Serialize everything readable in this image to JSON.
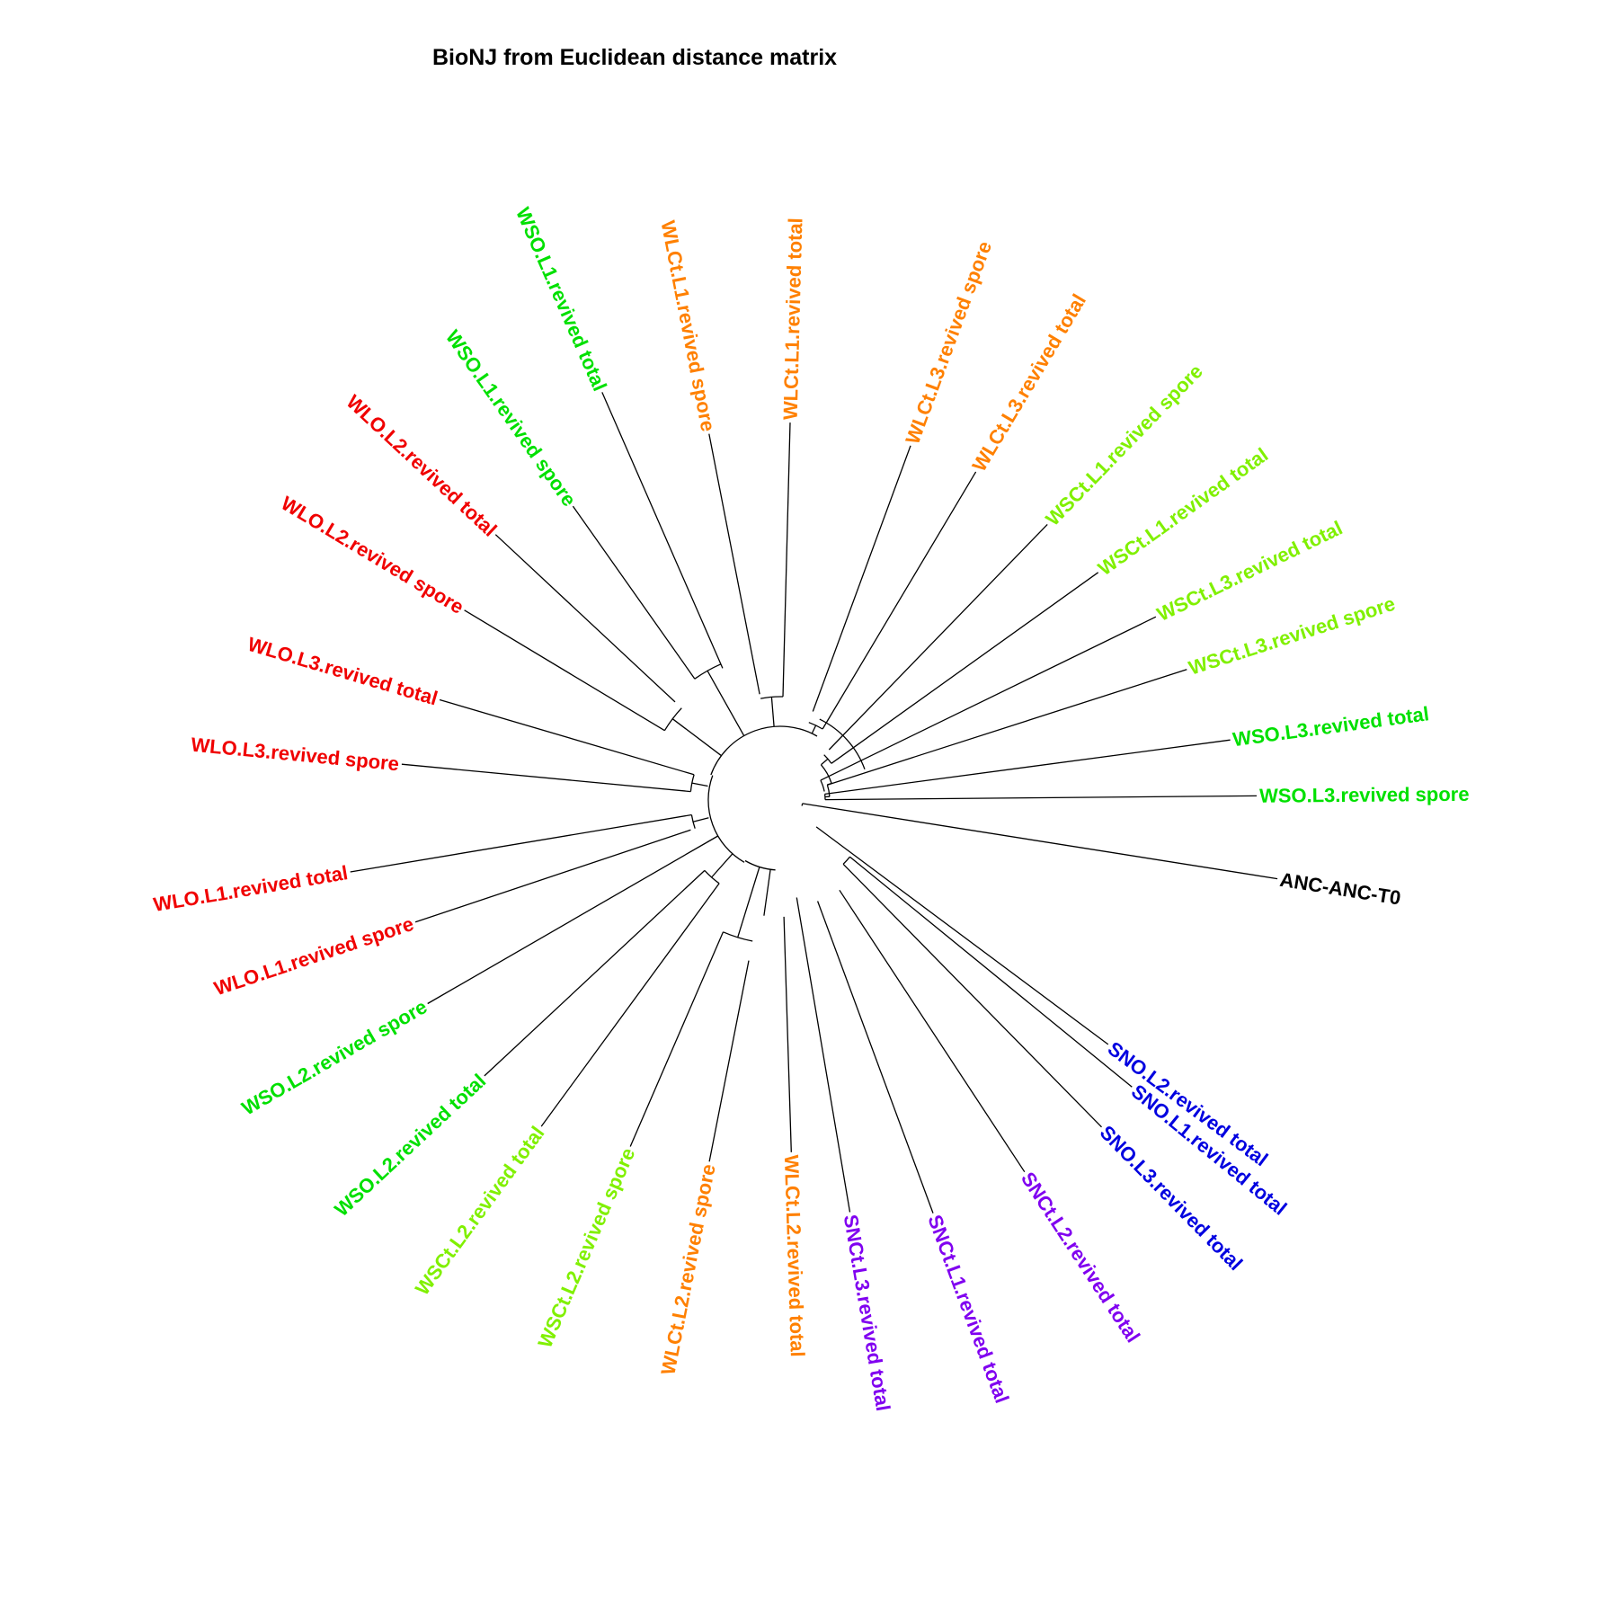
{
  "title": "BioNJ from Euclidean distance matrix",
  "tips": [
    {
      "label": "WSO.L3.revived spore",
      "color": "#00E000"
    },
    {
      "label": "WSO.L3.revived total",
      "color": "#00E000"
    },
    {
      "label": "WSCt.L3.revived spore",
      "color": "#80F000"
    },
    {
      "label": "WSCt.L3.revived total",
      "color": "#80F000"
    },
    {
      "label": "WSCt.L1.revived total",
      "color": "#80F000"
    },
    {
      "label": "WSCt.L1.revived spore",
      "color": "#80F000"
    },
    {
      "label": "WLCt.L3.revived total",
      "color": "#FF8000"
    },
    {
      "label": "WLCt.L3.revived spore",
      "color": "#FF8000"
    },
    {
      "label": "WLCt.L1.revived total",
      "color": "#FF8000"
    },
    {
      "label": "WLCt.L1.revived spore",
      "color": "#FF8000"
    },
    {
      "label": "WSO.L1.revived total",
      "color": "#00E000"
    },
    {
      "label": "WSO.L1.revived spore",
      "color": "#00E000"
    },
    {
      "label": "WLO.L2.revived total",
      "color": "#F00000"
    },
    {
      "label": "WLO.L2.revived spore",
      "color": "#F00000"
    },
    {
      "label": "WLO.L3.revived total",
      "color": "#F00000"
    },
    {
      "label": "WLO.L3.revived spore",
      "color": "#F00000"
    },
    {
      "label": "WLO.L1.revived total",
      "color": "#F00000"
    },
    {
      "label": "WLO.L1.revived spore",
      "color": "#F00000"
    },
    {
      "label": "WSO.L2.revived spore",
      "color": "#00E000"
    },
    {
      "label": "WSO.L2.revived total",
      "color": "#00E000"
    },
    {
      "label": "WSCt.L2.revived total",
      "color": "#80F000"
    },
    {
      "label": "WSCt.L2.revived spore",
      "color": "#80F000"
    },
    {
      "label": "WLCt.L2.revived spore",
      "color": "#FF8000"
    },
    {
      "label": "WLCt.L2.revived total",
      "color": "#FF8000"
    },
    {
      "label": "SNCt.L3.revived total",
      "color": "#8000F0"
    },
    {
      "label": "SNCt.L1.revived total",
      "color": "#8000F0"
    },
    {
      "label": "SNCt.L2.revived total",
      "color": "#8000F0"
    },
    {
      "label": "SNO.L3.revived total",
      "color": "#0000E0"
    },
    {
      "label": "SNO.L1.revived total",
      "color": "#0000E0"
    },
    {
      "label": "SNO.L2.revived total",
      "color": "#0000E0"
    },
    {
      "label": "ANC-ANC-T0",
      "color": "#000000"
    }
  ]
}
